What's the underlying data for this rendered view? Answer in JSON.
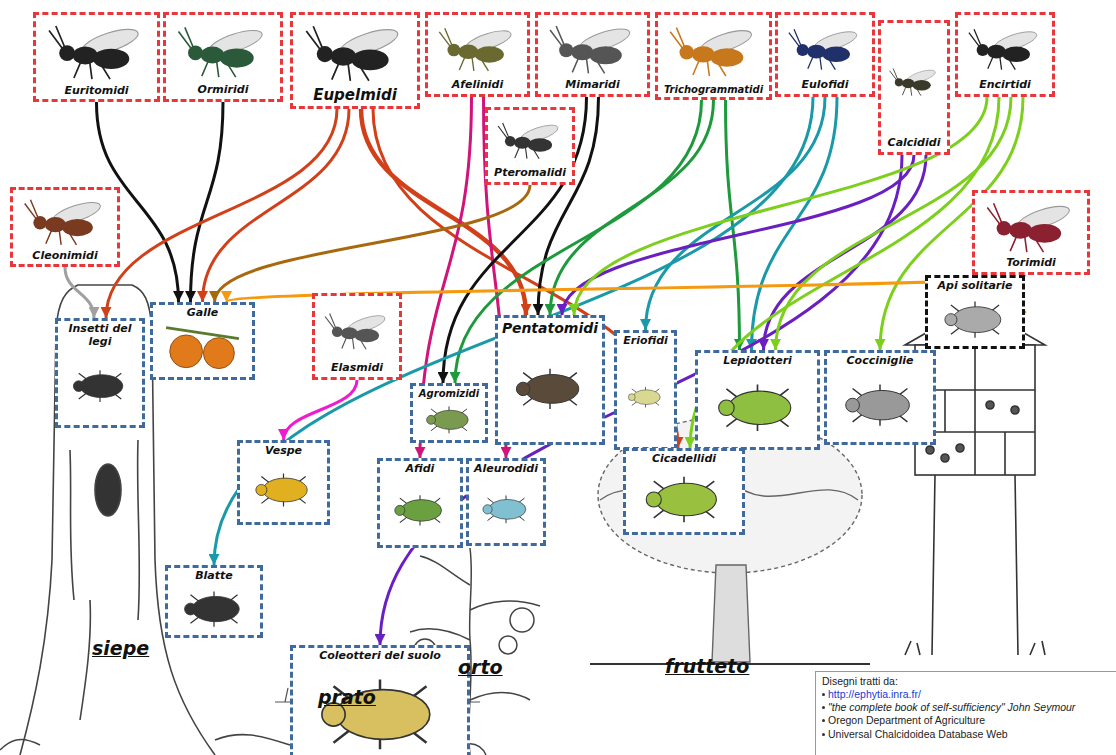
{
  "diagram": {
    "nodes": [
      {
        "text": [
          "Euritomidi"
        ]
      },
      {
        "text": [
          "Ormiridi"
        ]
      },
      {
        "text": [
          "Eupelmidi"
        ]
      },
      {
        "text": [
          "Afelinidi"
        ]
      },
      {
        "text": [
          "Mimaridi"
        ]
      },
      {
        "text": [
          "Trichogrammatidi"
        ]
      },
      {
        "text": [
          "Eulofidi"
        ]
      },
      {
        "text": [
          "Calcididi"
        ]
      },
      {
        "text": [
          "Encirtidi"
        ]
      },
      {
        "text": [
          "Pteromalidi"
        ]
      },
      {
        "text": [
          "Cleonimidi"
        ]
      },
      {
        "text": [
          "Torimidi"
        ]
      },
      {
        "text": [
          "Insetti del legi"
        ]
      },
      {
        "text": [
          "Galle"
        ]
      },
      {
        "text": [
          "Elasmidi"
        ]
      },
      {
        "text": [
          "Pentatomidi"
        ]
      },
      {
        "text": [
          "Eriofidi"
        ]
      },
      {
        "text": [
          "Lepidotteri"
        ]
      },
      {
        "text": [
          "Cocciniglie"
        ]
      },
      {
        "text": [
          "Api solitarie"
        ]
      },
      {
        "text": [
          "Agromizidi"
        ]
      },
      {
        "text": [
          "Vespe"
        ]
      },
      {
        "text": [
          "Afidi"
        ]
      },
      {
        "text": [
          "Aleurodidi"
        ]
      },
      {
        "text": [
          "Cicadellidi"
        ]
      },
      {
        "text": [
          "Blatte"
        ]
      },
      {
        "text": [
          "Coleotteri del suolo"
        ]
      }
    ],
    "edges": [
      {
        "from": 0,
        "to": 13,
        "arrow": "to"
      },
      {
        "from": 1,
        "to": 13,
        "arrow": "to"
      },
      {
        "from": 2,
        "to": 12,
        "arrow": "to"
      },
      {
        "from": 2,
        "to": 13,
        "arrow": "to"
      },
      {
        "from": 2,
        "to": 15,
        "arrow": "to"
      },
      {
        "from": 2,
        "to": 24,
        "arrow": "to"
      },
      {
        "from": 3,
        "to": 22,
        "arrow": "to"
      },
      {
        "from": 3,
        "to": 23,
        "arrow": "to"
      },
      {
        "from": 4,
        "to": 15,
        "arrow": "to"
      },
      {
        "from": 4,
        "to": 20,
        "arrow": "to"
      },
      {
        "from": 9,
        "to": 13,
        "arrow": "to"
      },
      {
        "from": 5,
        "to": 20,
        "arrow": "to"
      },
      {
        "from": 5,
        "to": 15,
        "arrow": "to"
      },
      {
        "from": 5,
        "to": 17,
        "arrow": "to"
      },
      {
        "from": 6,
        "to": 16,
        "arrow": "to"
      },
      {
        "from": 6,
        "to": 17,
        "arrow": "to"
      },
      {
        "from": 6,
        "to": 25,
        "arrow": "to"
      },
      {
        "from": 7,
        "to": 15,
        "arrow": "to"
      },
      {
        "from": 7,
        "to": 17,
        "arrow": "to"
      },
      {
        "from": 7,
        "to": 26,
        "arrow": "to"
      },
      {
        "from": 8,
        "to": 15,
        "arrow": "to"
      },
      {
        "from": 8,
        "to": 24,
        "arrow": "to"
      },
      {
        "from": 8,
        "to": 17,
        "arrow": "to"
      },
      {
        "from": 8,
        "to": 18,
        "arrow": "to"
      },
      {
        "from": 11,
        "to": 13,
        "arrow": "to"
      },
      {
        "from": 11,
        "to": 19,
        "arrow": "to"
      },
      {
        "from": 10,
        "to": 12,
        "arrow": "to"
      },
      {
        "from": 14,
        "to": 21,
        "arrow": "to"
      }
    ],
    "labels": [
      "siepe",
      "prato",
      "orto",
      "frutteto",
      "Disegni tratti da:",
      "http://ephytia.inra.fr/",
      "\"the complete book of self-sufficiency\" John Seymour",
      "Oregon Department of Agriculture",
      "Universal Chalcidoidea Database Web"
    ]
  }
}
